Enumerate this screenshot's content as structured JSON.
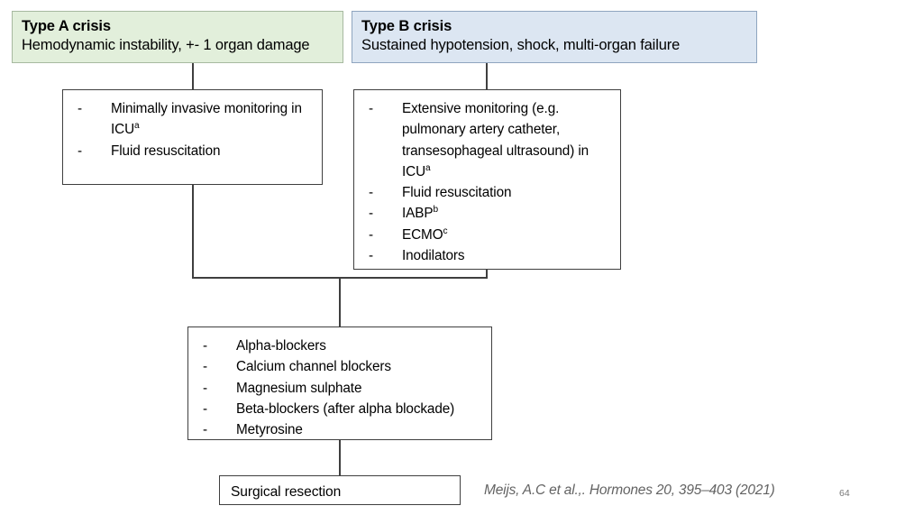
{
  "slide": {
    "number": "64",
    "citation": "Meijs, A.C et al.,. Hormones 20, 395–403 (2021)"
  },
  "colors": {
    "type_a_fill": "#e2efdb",
    "type_a_border": "#a7b9a0",
    "type_b_fill": "#dce6f2",
    "type_b_border": "#8fa5bf",
    "box_border": "#3f3f3f",
    "connector": "#3f3f3f",
    "citation_text": "#636363"
  },
  "flowchart": {
    "type_a_header": {
      "title": "Type A crisis",
      "subtitle": "Hemodynamic instability, +- 1 organ damage"
    },
    "type_b_header": {
      "title": "Type B crisis",
      "subtitle": "Sustained hypotension, shock, multi-organ failure"
    },
    "type_a_treatment": {
      "bullet": "-",
      "items": [
        {
          "text": "Minimally invasive monitoring in ICU",
          "sup": "a"
        },
        {
          "text": "Fluid resuscitation",
          "sup": ""
        }
      ]
    },
    "type_b_treatment": {
      "bullet": "-",
      "items": [
        {
          "text": "Extensive monitoring (e.g. pulmonary artery catheter, transesophageal ultrasound) in ICU",
          "sup": "a"
        },
        {
          "text": "Fluid resuscitation",
          "sup": ""
        },
        {
          "text": "IABP",
          "sup": "b"
        },
        {
          "text": "ECMO",
          "sup": "c"
        },
        {
          "text": "Inodilators",
          "sup": ""
        }
      ]
    },
    "medical_therapy": {
      "bullet": "-",
      "items": [
        {
          "text": "Alpha-blockers",
          "sup": ""
        },
        {
          "text": "Calcium channel blockers",
          "sup": ""
        },
        {
          "text": "Magnesium sulphate",
          "sup": ""
        },
        {
          "text": "Beta-blockers (after alpha blockade)",
          "sup": ""
        },
        {
          "text": "Metyrosine",
          "sup": ""
        }
      ]
    },
    "final_step": {
      "label": "Surgical resection"
    }
  }
}
